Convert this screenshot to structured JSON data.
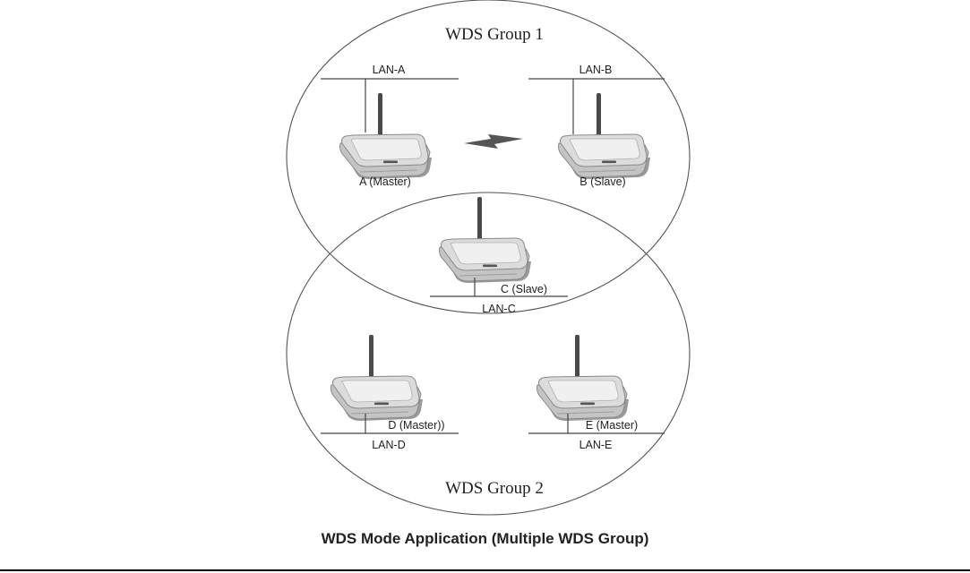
{
  "groups": {
    "group1_label": "WDS Group 1",
    "group2_label": "WDS Group 2"
  },
  "lans": {
    "a": "LAN-A",
    "b": "LAN-B",
    "c": "LAN-C",
    "d": "LAN-D",
    "e": "LAN-E"
  },
  "devices": {
    "a": "A (Master)",
    "b": "B (Slave)",
    "c": "C (Slave)",
    "d": "D (Master))",
    "e": "E (Master)"
  },
  "caption": "WDS Mode Application (Multiple WDS Group)",
  "colors": {
    "router_body": "#d6d6d6",
    "router_top": "#eeeeee",
    "antenna": "#4a4a4a"
  }
}
